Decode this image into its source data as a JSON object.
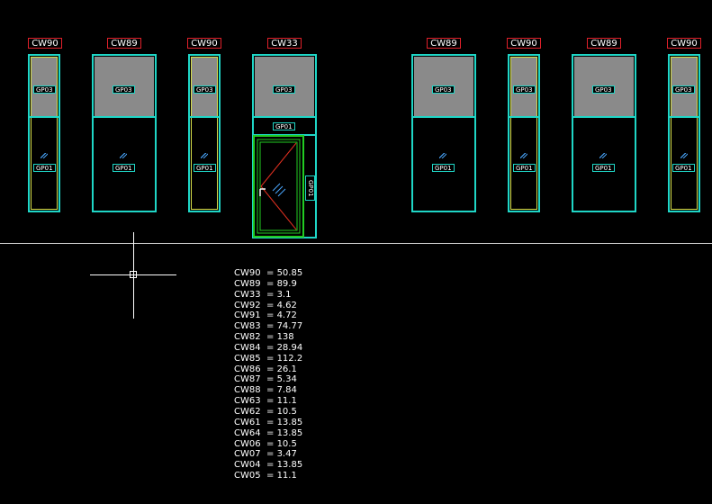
{
  "elevation": {
    "panels": [
      {
        "tag": "CW90",
        "top_label": "GP03",
        "bottom_label": "GP01"
      },
      {
        "tag": "CW89",
        "top_label": "GP03",
        "bottom_label": "GP01"
      },
      {
        "tag": "CW90",
        "top_label": "GP03",
        "bottom_label": "GP01"
      },
      {
        "tag": "CW33",
        "top_label": "GP03",
        "transom_label": "GP01",
        "door_label": "GP01"
      },
      {
        "tag": "CW89",
        "top_label": "GP03",
        "bottom_label": "GP01"
      },
      {
        "tag": "CW90",
        "top_label": "GP03",
        "bottom_label": "GP01"
      },
      {
        "tag": "CW89",
        "top_label": "GP03",
        "bottom_label": "GP01"
      },
      {
        "tag": "CW90",
        "top_label": "GP03",
        "bottom_label": "GP01"
      }
    ]
  },
  "quantities": [
    {
      "code": "CW90",
      "value": "50.85"
    },
    {
      "code": "CW89",
      "value": "89.9"
    },
    {
      "code": "CW33",
      "value": "3.1"
    },
    {
      "code": "CW92",
      "value": "4.62"
    },
    {
      "code": "CW91",
      "value": "4.72"
    },
    {
      "code": "CW83",
      "value": "74.77"
    },
    {
      "code": "CW82",
      "value": "138"
    },
    {
      "code": "CW84",
      "value": "28.94"
    },
    {
      "code": "CW85",
      "value": "112.2"
    },
    {
      "code": "CW86",
      "value": "26.1"
    },
    {
      "code": "CW87",
      "value": "5.34"
    },
    {
      "code": "CW88",
      "value": "7.84"
    },
    {
      "code": "CW63",
      "value": "11.1"
    },
    {
      "code": "CW62",
      "value": "10.5"
    },
    {
      "code": "CW61",
      "value": "13.85"
    },
    {
      "code": "CW64",
      "value": "13.85"
    },
    {
      "code": "CW06",
      "value": "10.5"
    },
    {
      "code": "CW07",
      "value": "3.47"
    },
    {
      "code": "CW04",
      "value": "13.85"
    },
    {
      "code": "CW05",
      "value": "11.1"
    }
  ],
  "colors": {
    "background": "#000000",
    "frame": "#1fd6c6",
    "tag_border": "#e0202a",
    "glass_top": "#8a8a8a",
    "door_frame": "#22cc22",
    "door_swing": "#e03020"
  }
}
